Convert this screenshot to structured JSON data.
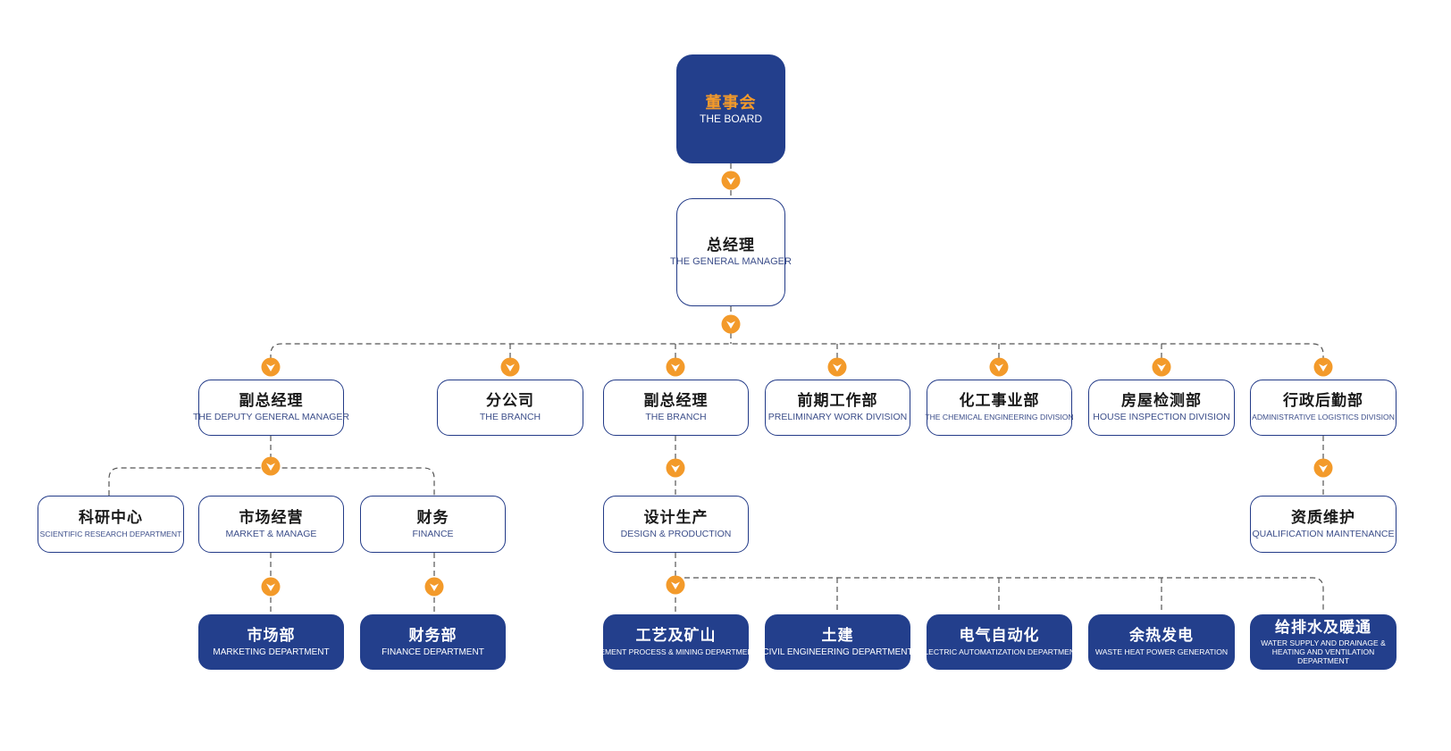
{
  "board": {
    "cn": "董事会",
    "en": "THE BOARD"
  },
  "gm": {
    "cn": "总经理",
    "en": "THE GENERAL MANAGER"
  },
  "level2": [
    {
      "cn": "副总经理",
      "en": "THE DEPUTY GENERAL MANAGER"
    },
    {
      "cn": "分公司",
      "en": "THE BRANCH"
    },
    {
      "cn": "副总经理",
      "en": "THE BRANCH"
    },
    {
      "cn": "前期工作部",
      "en": "PRELIMINARY  WORK DIVISION"
    },
    {
      "cn": "化工事业部",
      "en": "THE CHEMICAL ENGINEERING DIVISION"
    },
    {
      "cn": "房屋检测部",
      "en": "HOUSE INSPECTION DIVISION"
    },
    {
      "cn": "行政后勤部",
      "en": "ADMINISTRATIVE LOGISTICS DIVISION"
    }
  ],
  "level3": [
    {
      "cn": "科研中心",
      "en": "SCIENTIFIC RESEARCH DEPARTMENT"
    },
    {
      "cn": "市场经营",
      "en": "MARKET & MANAGE"
    },
    {
      "cn": "财务",
      "en": "FINANCE"
    },
    {
      "cn": "设计生产",
      "en": "DESIGN & PRODUCTION"
    },
    {
      "cn": "资质维护",
      "en": "QUALIFICATION MAINTENANCE"
    }
  ],
  "level4": [
    {
      "cn": "市场部",
      "en": "MARKETING  DEPARTMENT"
    },
    {
      "cn": "财务部",
      "en": "FINANCE  DEPARTMENT"
    },
    {
      "cn": "工艺及矿山",
      "en": "CEMENT PROCESS & MINING DEPARTMENT"
    },
    {
      "cn": "土建",
      "en": "CIVIL ENGINEERING DEPARTMENT"
    },
    {
      "cn": "电气自动化",
      "en": "ELECTRIC AUTOMATIZATION DEPARTMENT"
    },
    {
      "cn": "余热发电",
      "en": "WASTE HEAT POWER GENERATION"
    },
    {
      "cn": "给排水及暖通",
      "en": "WATER SUPPLY AND DRAINAGE & HEATING AND VENTILATION DEPARTMENT"
    }
  ],
  "colors": {
    "navy": "#233f8c",
    "orange": "#f39a2a",
    "connector": "#555555"
  }
}
